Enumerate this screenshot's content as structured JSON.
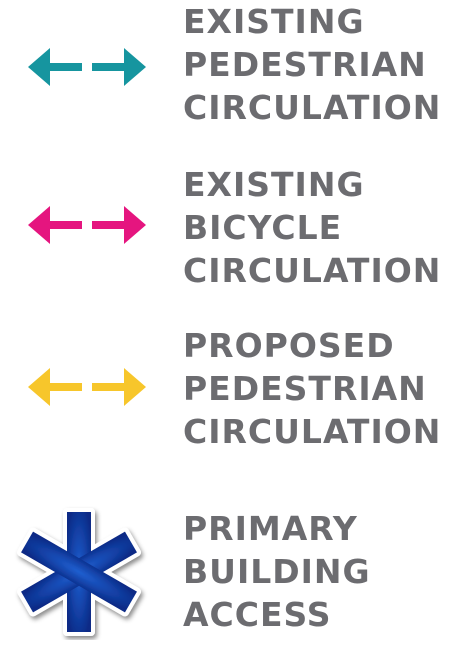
{
  "legend": {
    "items": [
      {
        "id": "existing-pedestrian",
        "symbol": "double-arrow-icon",
        "color": "#16959f",
        "label_lines": [
          "EXISTING",
          "PEDESTRIAN",
          "CIRCULATION"
        ]
      },
      {
        "id": "existing-bicycle",
        "symbol": "double-arrow-icon",
        "color": "#e5157f",
        "label_lines": [
          "EXISTING",
          "BICYCLE",
          "CIRCULATION"
        ]
      },
      {
        "id": "proposed-pedestrian",
        "symbol": "double-arrow-icon",
        "color": "#f7c62b",
        "label_lines": [
          "PROPOSED",
          "PEDESTRIAN",
          "CIRCULATION"
        ]
      },
      {
        "id": "primary-building-access",
        "symbol": "asterisk-star-icon",
        "color": "#0f3a9c",
        "label_lines": [
          "PRIMARY",
          "BUILDING",
          "ACCESS"
        ]
      }
    ],
    "label_color": "#6c6c70"
  }
}
